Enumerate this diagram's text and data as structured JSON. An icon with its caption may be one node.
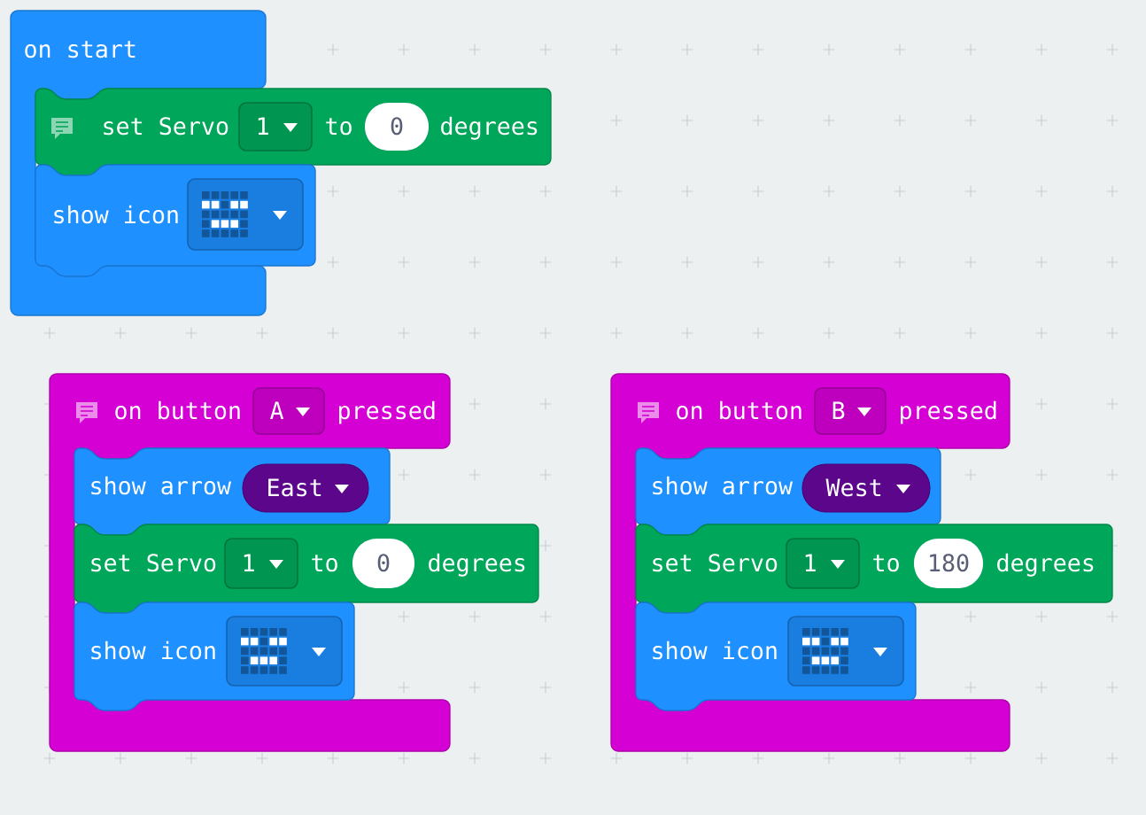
{
  "diagram": {
    "nodes": [
      {
        "text": [
          "on start"
        ]
      },
      {
        "text": [
          "set Servo",
          "to",
          "degrees"
        ]
      },
      {
        "text": [
          "1"
        ],
        "in": 1
      },
      {
        "text": [
          "0"
        ],
        "in": 1
      },
      {
        "text": [
          "show icon"
        ]
      },
      {
        "text": [],
        "shape": "box",
        "in": 4
      },
      {
        "text": [
          "on button",
          "pressed"
        ]
      },
      {
        "text": [
          "A"
        ],
        "in": 6
      },
      {
        "text": [
          "show arrow"
        ],
        "in": 6
      },
      {
        "text": [
          "East"
        ],
        "in": 8
      },
      {
        "text": [
          "set Servo",
          "to",
          "degrees"
        ]
      },
      {
        "text": [
          "1"
        ],
        "in": 10
      },
      {
        "text": [
          "0"
        ],
        "in": 10
      },
      {
        "text": [
          "show icon"
        ],
        "in": 6
      },
      {
        "text": [],
        "shape": "box",
        "in": 13
      },
      {
        "text": [
          "on button",
          "pressed"
        ]
      },
      {
        "text": [
          "B"
        ],
        "in": 15
      },
      {
        "text": [
          "show arrow"
        ],
        "in": 15
      },
      {
        "text": [
          "West"
        ],
        "in": 17
      },
      {
        "text": [
          "set Servo",
          "to",
          "degrees"
        ]
      },
      {
        "text": [
          "1"
        ],
        "in": 19
      },
      {
        "text": [
          "180"
        ],
        "in": 19
      },
      {
        "text": [
          "show icon"
        ],
        "in": 15
      },
      {
        "text": [],
        "shape": "box",
        "in": 22
      }
    ]
  }
}
